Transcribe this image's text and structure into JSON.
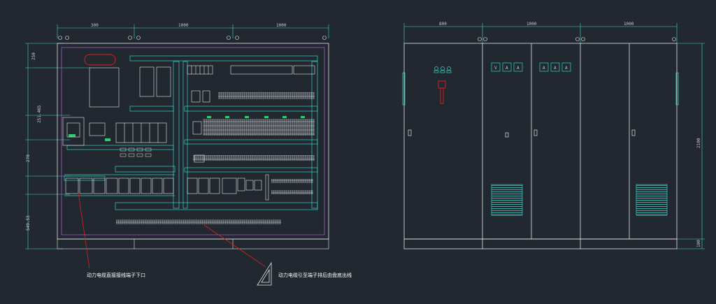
{
  "drawing": {
    "background": "#212830",
    "colors": {
      "outline": "#e6e6e6",
      "internal": "#39d0c8",
      "purple": "#9b59c9",
      "red": "#e02020",
      "dimension": "#3fd6d6",
      "text": "#e6e6e6"
    },
    "left_view": {
      "top_dimensions": [
        "300",
        "1000",
        "1000"
      ],
      "side_dimensions": [
        "250",
        "251.465",
        "270",
        "549.53"
      ],
      "annotations": [
        "动力电缆直接接线端子下口",
        "动力电缆引至端子排后由盘底出线"
      ]
    },
    "front_view": {
      "top_dimensions": [
        "800",
        "1000",
        "1000"
      ],
      "height_dimension": "2100",
      "base_dimension": "100",
      "meter_labels": [
        "V",
        "A",
        "A",
        "A",
        "A",
        "A"
      ]
    }
  }
}
